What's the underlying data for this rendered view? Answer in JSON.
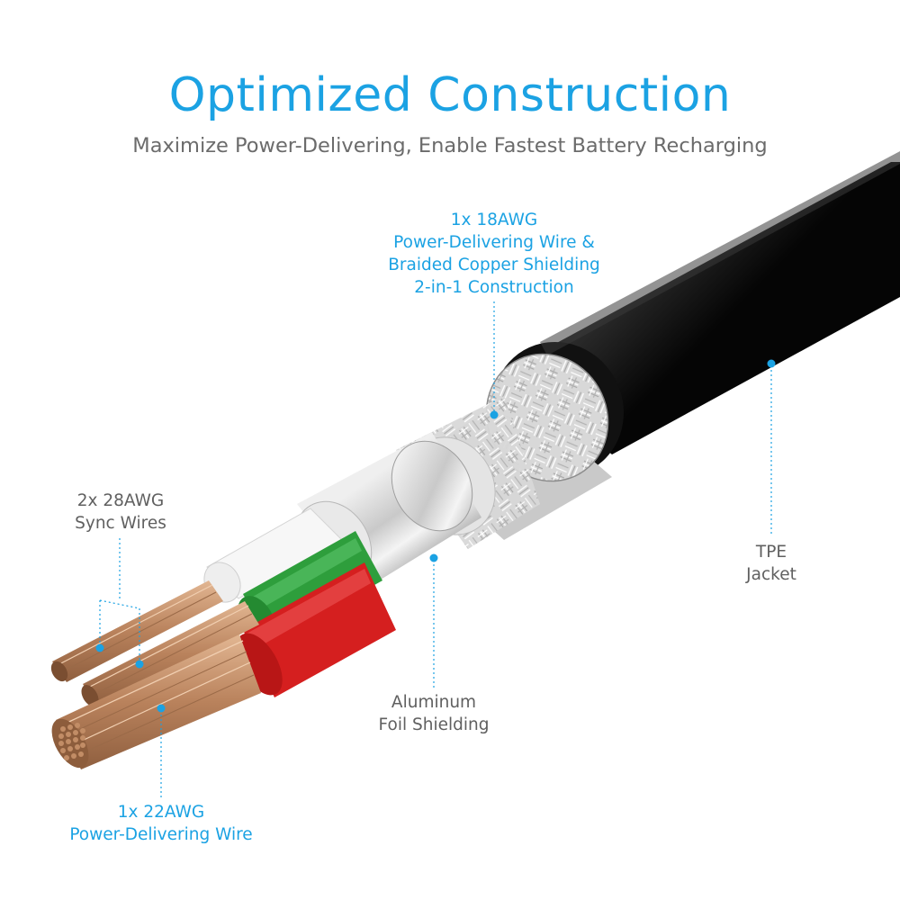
{
  "title": "Optimized Construction",
  "subtitle": "Maximize Power-Delivering, Enable Fastest Battery Recharging",
  "labels": {
    "braid": {
      "line1": "1x 18AWG",
      "line2": "Power-Delivering Wire &",
      "line3": "Braided Copper Shielding",
      "line4": "2-in-1 Construction"
    },
    "jacket": {
      "line1": "TPE",
      "line2": "Jacket"
    },
    "sync": {
      "line1": "2x 28AWG",
      "line2": "Sync Wires"
    },
    "foil": {
      "line1": "Aluminum",
      "line2": "Foil Shielding"
    },
    "power22": {
      "line1": "1x 22AWG",
      "line2": "Power-Delivering Wire"
    }
  },
  "colors": {
    "accent": "#1ba2e3",
    "text_gray": "#606060",
    "jacket": "#1c1c1c",
    "braid": "#d9d9d9",
    "foil": "#c8c8c8",
    "sync_green": "#2e9e3c",
    "power_red": "#d51f1f",
    "sync_white": "#f6f6f6",
    "copper": "#c8926a"
  }
}
